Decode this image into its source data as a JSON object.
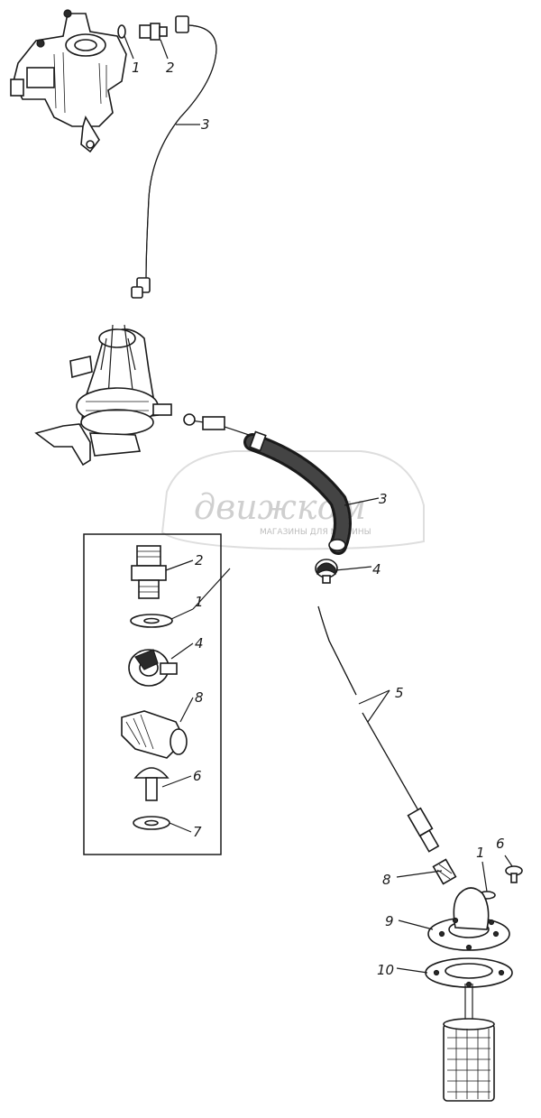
{
  "watermark": {
    "brand": "движком",
    "tagline": "МАГАЗИНЫ ДЛЯ МАШИНЫ"
  },
  "callouts": {
    "c1_top": "1",
    "c2_top": "2",
    "c3_top": "3",
    "c3_hose": "3",
    "c4_clamp": "4",
    "c5_tube": "5",
    "c8_bottom": "8",
    "c1_bottom": "1",
    "c6_bottom": "6",
    "c9": "9",
    "c10": "10",
    "inset_2": "2",
    "inset_1": "1",
    "inset_4": "4",
    "inset_8": "8",
    "inset_6": "6",
    "inset_7": "7"
  }
}
